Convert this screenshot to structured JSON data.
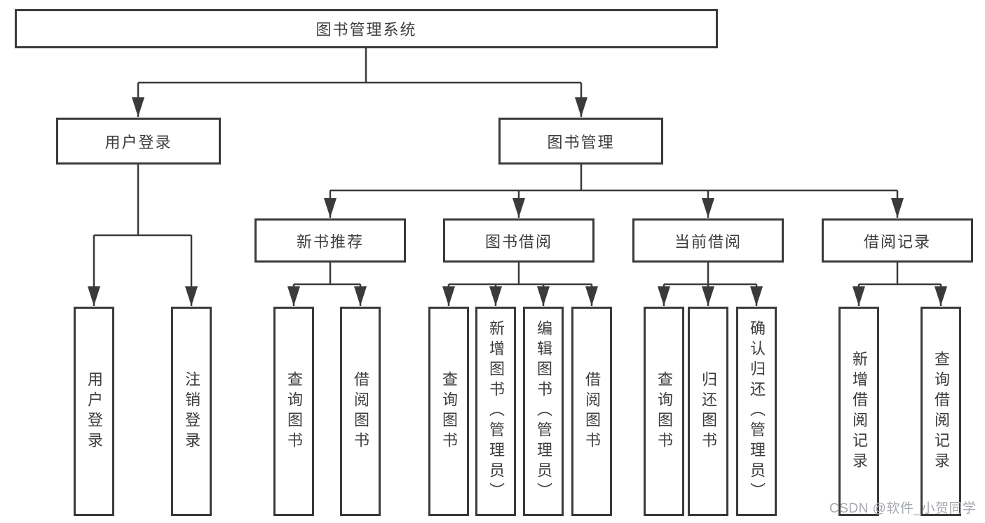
{
  "root": {
    "label": "图书管理系统"
  },
  "level2": {
    "user_login": {
      "label": "用户登录"
    },
    "book_mgmt": {
      "label": "图书管理"
    }
  },
  "level3": {
    "new_books": {
      "label": "新书推荐"
    },
    "book_borrow": {
      "label": "图书借阅"
    },
    "current_borrow": {
      "label": "当前借阅"
    },
    "borrow_records": {
      "label": "借阅记录"
    }
  },
  "leaves": {
    "user_login": [
      "用户登录",
      "注销登录"
    ],
    "new_books": [
      "查询图书",
      "借阅图书"
    ],
    "book_borrow": [
      "查询图书",
      "新增图书（管理员）",
      "编辑图书（管理员）",
      "借阅图书"
    ],
    "current_borrow": [
      "查询图书",
      "归还图书",
      "确认归还（管理员）"
    ],
    "borrow_records": [
      "新增借阅记录",
      "查询借阅记录"
    ]
  },
  "watermark": {
    "text": "CSDN @软件_小贺同学"
  },
  "colors": {
    "line": "#3a3a3a",
    "text": "#3d3d3d",
    "watermark": "#a6a9ad",
    "background": "#ffffff"
  }
}
